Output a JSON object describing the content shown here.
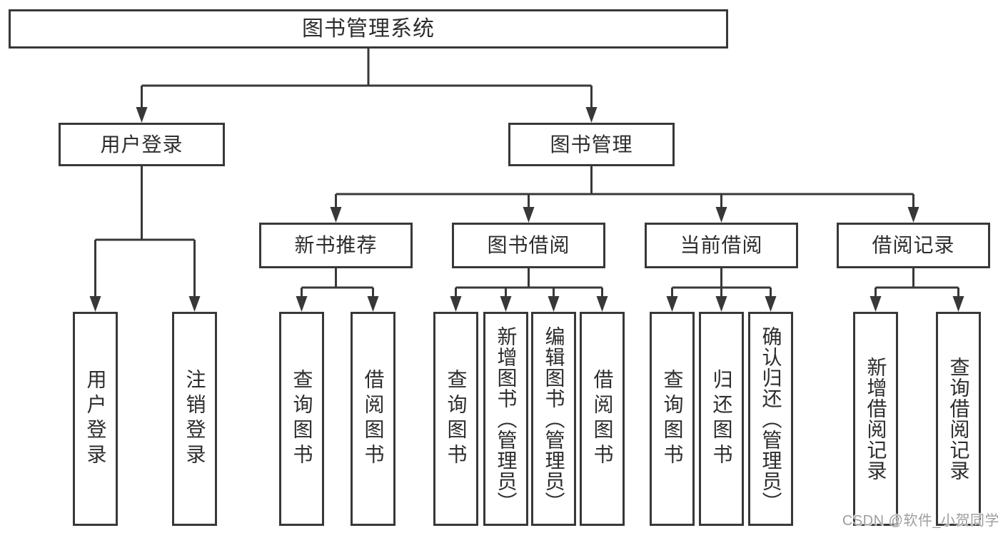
{
  "diagram": {
    "tree": {
      "root": {
        "label": "图书管理系统",
        "children": [
          {
            "label": "用户登录",
            "children": [
              {
                "label": "用户登录"
              },
              {
                "label": "注销登录"
              }
            ]
          },
          {
            "label": "图书管理",
            "children": [
              {
                "label": "新书推荐",
                "children": [
                  {
                    "label": "查询图书"
                  },
                  {
                    "label": "借阅图书"
                  }
                ]
              },
              {
                "label": "图书借阅",
                "children": [
                  {
                    "label": "查询图书"
                  },
                  {
                    "label": "新增图书（管理员）"
                  },
                  {
                    "label": "编辑图书（管理员）"
                  },
                  {
                    "label": "借阅图书"
                  }
                ]
              },
              {
                "label": "当前借阅",
                "children": [
                  {
                    "label": "查询图书"
                  },
                  {
                    "label": "归还图书"
                  },
                  {
                    "label": "确认归还（管理员）"
                  }
                ]
              },
              {
                "label": "借阅记录",
                "children": [
                  {
                    "label": "新增借阅记录"
                  },
                  {
                    "label": "查询借阅记录"
                  }
                ]
              }
            ]
          }
        ]
      }
    }
  },
  "watermark": {
    "text": "CSDN @软件_小贺同学"
  },
  "colors": {
    "line": "#383838",
    "text": "#2d2d2d",
    "box_background": "#ffffff",
    "watermark": "#9e9e9e"
  }
}
